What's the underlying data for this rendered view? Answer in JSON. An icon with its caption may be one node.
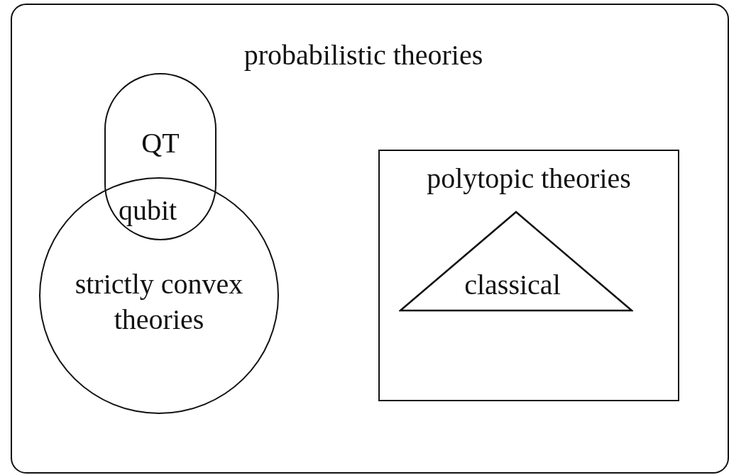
{
  "diagram": {
    "nodes": [
      {
        "text": [
          "probabilistic theories"
        ]
      },
      {
        "text": [
          "QT"
        ],
        "in": 0
      },
      {
        "text": [
          "strictly convex theories"
        ],
        "in": 0
      },
      {
        "text": [
          "polytopic theories"
        ],
        "in": 0
      },
      {
        "text": [
          "classical"
        ],
        "in": 3
      }
    ],
    "labels": [
      "qubit"
    ]
  }
}
